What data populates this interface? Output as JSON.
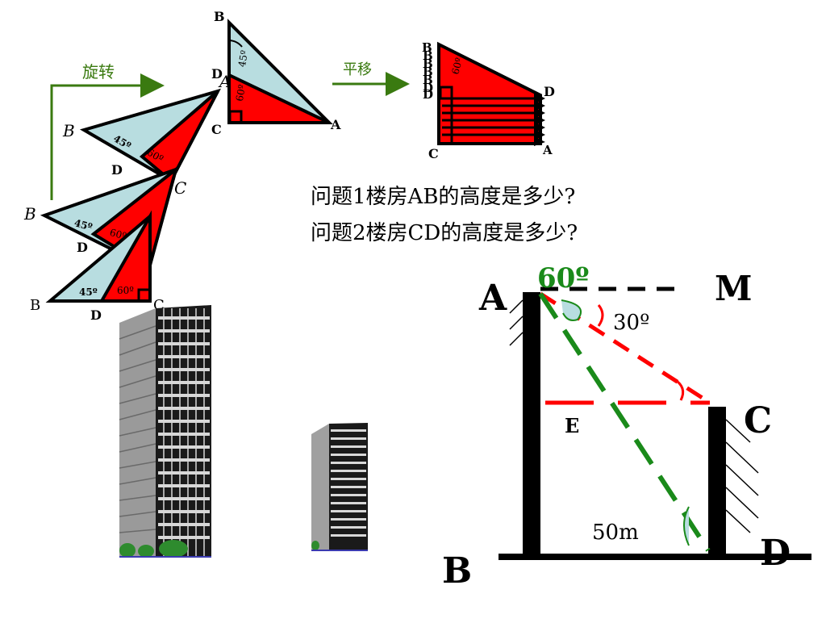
{
  "labels": {
    "rotate": "旋转",
    "translate": "平移",
    "B": "B",
    "C": "C",
    "D": "D",
    "A": "A",
    "M": "M",
    "E": "E",
    "deg45": "45º",
    "deg60": "60º",
    "deg60_big": "60º",
    "deg30": "30º",
    "distance": "50m"
  },
  "questions": [
    "问题1楼房AB的高度是多少?",
    "问题2楼房CD的高度是多少?"
  ],
  "colors": {
    "red": "#ff0000",
    "lightblue": "#b8dde0",
    "green": "#1a8a1a",
    "arrow_green": "#3a7a10",
    "label_green": "#3a7a10"
  }
}
